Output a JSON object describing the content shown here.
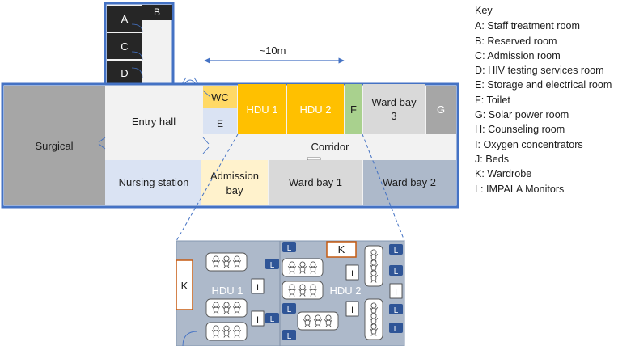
{
  "key": {
    "title": "Key",
    "items": [
      "A: Staff treatment room",
      "B: Reserved room",
      "C: Admission room",
      "D: HIV testing services room",
      "E: Storage and electrical room",
      "F: Toilet",
      "G: Solar power room",
      "H: Counseling room",
      "I: Oxygen concentrators",
      "J: Beds",
      "K: Wardrobe",
      "L:  IMPALA Monitors"
    ]
  },
  "scale": {
    "label": "~10m"
  },
  "rooms": {
    "a": "A",
    "b": "B",
    "c": "C",
    "d": "D",
    "entry_hall": "Entry hall",
    "surgical": "Surgical",
    "wc": "WC",
    "e": "E",
    "hdu1": "HDU 1",
    "hdu2": "HDU 2",
    "f": "F",
    "ward_bay_3_line1": "Ward bay",
    "ward_bay_3_line2": "3",
    "g": "G",
    "corridor": "Corridor",
    "nursing_station": "Nursing station",
    "admission_bay_line1": "Admission",
    "admission_bay_line2": "bay",
    "ward_bay_1": "Ward bay 1",
    "ward_bay_2": "Ward bay 2"
  },
  "detail": {
    "k1": "K",
    "k2": "K",
    "hdu1": "HDU 1",
    "hdu2": "HDU 2",
    "i": "I",
    "l": "L"
  },
  "colors": {
    "wall": "#4472c4",
    "hdu": "#ffc000",
    "toilet": "#a9d18e",
    "wc": "#ffd966",
    "storage": "#dae3f3",
    "nursing": "#dae3f3",
    "admission": "#fff2cc",
    "ward_bay_1": "#d9d9d9",
    "ward_bay_2": "#adb9ca",
    "surgical": "#a6a6a6",
    "small_rooms": "#262626",
    "detail_bg": "#adb9ca",
    "monitor": "#2f5597"
  }
}
